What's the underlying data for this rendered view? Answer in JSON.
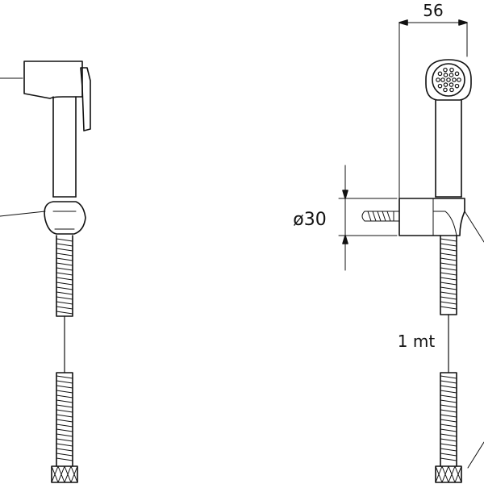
{
  "dimensions": {
    "width_label": "56",
    "diameter_label": "ø30",
    "hose_length_label": "1 mt"
  },
  "colors": {
    "line": "#111111",
    "background": "#ffffff"
  }
}
